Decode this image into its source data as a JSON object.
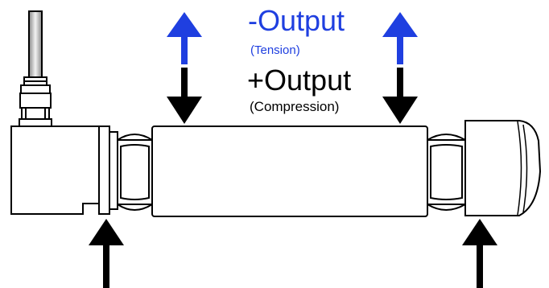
{
  "labels": {
    "negative_output": "-Output",
    "negative_output_note": "(Tension)",
    "positive_output": "+Output",
    "positive_output_note": "(Compression)"
  },
  "colors": {
    "tension": "#1f3fe0",
    "compression": "#000000",
    "body_fill": "#ffffff",
    "outline": "#000000"
  },
  "icons": {
    "tension_arrows": "arrow-up-icon",
    "compression_arrows": "arrow-down-icon",
    "support_arrows": "arrow-up-icon"
  }
}
